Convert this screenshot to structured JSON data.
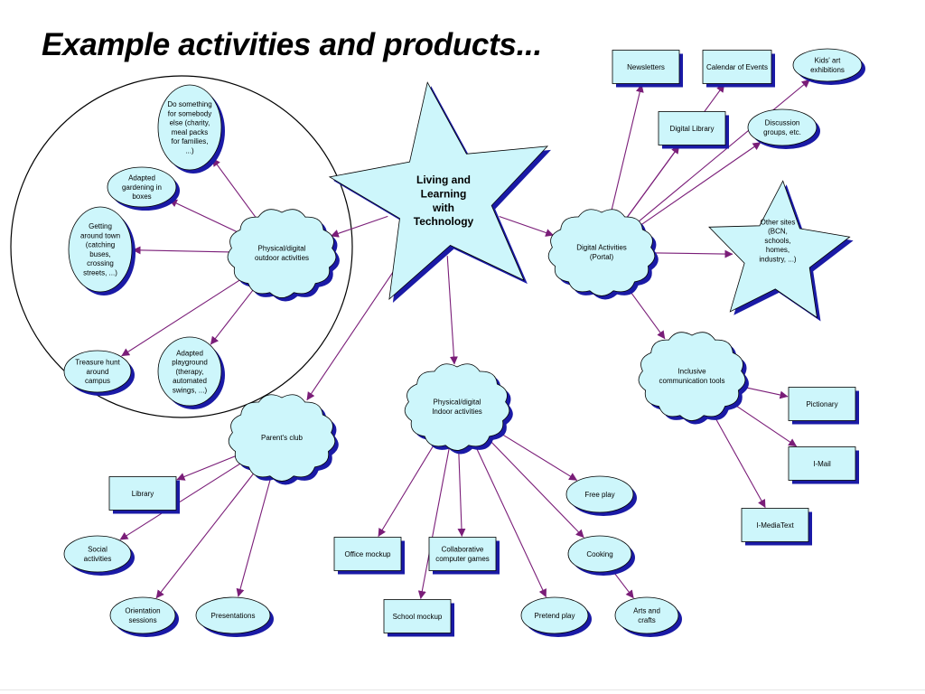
{
  "title": "Example activities and products...",
  "colors": {
    "fill": "#cdf6fb",
    "shadow": "#1a1aa6",
    "edge": "#7a1d78",
    "outline": "#000000"
  },
  "nodes": {
    "center": {
      "shape": "star",
      "lines": [
        "Living and",
        "Learning",
        "with",
        "Technology"
      ]
    },
    "physical_outdoor": {
      "shape": "cloud",
      "lines": [
        "Physical/digital",
        "outdoor activities"
      ]
    },
    "do_something": {
      "shape": "ellipse",
      "lines": [
        "Do something",
        "for somebody",
        "else (charity,",
        "meal packs",
        "for families,",
        "...)"
      ]
    },
    "adapted_gardening": {
      "shape": "ellipse",
      "lines": [
        "Adapted",
        "gardening in",
        "boxes"
      ]
    },
    "getting_around": {
      "shape": "ellipse",
      "lines": [
        "Getting",
        "around town",
        "(catching",
        "buses,",
        "crossing",
        "streets, ...)"
      ]
    },
    "treasure_hunt": {
      "shape": "ellipse",
      "lines": [
        "Treasure hunt",
        "around",
        "campus"
      ]
    },
    "adapted_playground": {
      "shape": "ellipse",
      "lines": [
        "Adapted",
        "playground",
        "(therapy,",
        "automated",
        "swings, ...)"
      ]
    },
    "parents_club": {
      "shape": "cloud",
      "lines": [
        "Parent's club"
      ]
    },
    "library": {
      "shape": "rect",
      "lines": [
        "Library"
      ]
    },
    "social": {
      "shape": "ellipse",
      "lines": [
        "Social",
        "activities"
      ]
    },
    "orientation": {
      "shape": "ellipse",
      "lines": [
        "Orientation",
        "sessions"
      ]
    },
    "presentations": {
      "shape": "ellipse",
      "lines": [
        "Presentations"
      ]
    },
    "physical_indoor": {
      "shape": "cloud",
      "lines": [
        "Physical/digital",
        "Indoor activities"
      ]
    },
    "office": {
      "shape": "rect",
      "lines": [
        "Office mockup"
      ]
    },
    "collab": {
      "shape": "rect",
      "lines": [
        "Collaborative",
        "computer games"
      ]
    },
    "school": {
      "shape": "rect",
      "lines": [
        "School mockup"
      ]
    },
    "pretend": {
      "shape": "ellipse",
      "lines": [
        "Pretend play"
      ]
    },
    "free_play": {
      "shape": "ellipse",
      "lines": [
        "Free play"
      ]
    },
    "cooking": {
      "shape": "ellipse",
      "lines": [
        "Cooking"
      ]
    },
    "arts": {
      "shape": "ellipse",
      "lines": [
        "Arts and",
        "crafts"
      ]
    },
    "digital": {
      "shape": "cloud",
      "lines": [
        "Digital Activities",
        "(Portal)"
      ]
    },
    "newsletters": {
      "shape": "rect",
      "lines": [
        "Newsletters"
      ]
    },
    "calendar": {
      "shape": "rect",
      "lines": [
        "Calendar of Events"
      ]
    },
    "kids_art": {
      "shape": "ellipse",
      "lines": [
        "Kids' art",
        "exhibitions"
      ]
    },
    "digital_library": {
      "shape": "rect",
      "lines": [
        "Digital Library"
      ]
    },
    "discussion": {
      "shape": "ellipse",
      "lines": [
        "Discussion",
        "groups, etc."
      ]
    },
    "other_sites": {
      "shape": "star",
      "lines": [
        "Other sites",
        "(BCN,",
        "schools,",
        "homes,",
        "industry, ...)"
      ]
    },
    "inclusive": {
      "shape": "cloud",
      "lines": [
        "Inclusive",
        "communication tools"
      ]
    },
    "pictionary": {
      "shape": "rect",
      "lines": [
        "Pictionary"
      ]
    },
    "imail": {
      "shape": "rect",
      "lines": [
        "I-Mail"
      ]
    },
    "imediatext": {
      "shape": "rect",
      "lines": [
        "I-MediaText"
      ]
    }
  },
  "edges": [
    [
      "center",
      "physical_outdoor"
    ],
    [
      "center",
      "parents_club"
    ],
    [
      "center",
      "physical_indoor"
    ],
    [
      "center",
      "digital"
    ],
    [
      "physical_outdoor",
      "do_something"
    ],
    [
      "physical_outdoor",
      "adapted_gardening"
    ],
    [
      "physical_outdoor",
      "getting_around"
    ],
    [
      "physical_outdoor",
      "treasure_hunt"
    ],
    [
      "physical_outdoor",
      "adapted_playground"
    ],
    [
      "parents_club",
      "library"
    ],
    [
      "parents_club",
      "social"
    ],
    [
      "parents_club",
      "orientation"
    ],
    [
      "parents_club",
      "presentations"
    ],
    [
      "physical_indoor",
      "office"
    ],
    [
      "physical_indoor",
      "collab"
    ],
    [
      "physical_indoor",
      "school"
    ],
    [
      "physical_indoor",
      "pretend"
    ],
    [
      "physical_indoor",
      "free_play"
    ],
    [
      "physical_indoor",
      "cooking"
    ],
    [
      "cooking",
      "arts"
    ],
    [
      "digital",
      "newsletters"
    ],
    [
      "digital",
      "calendar"
    ],
    [
      "digital",
      "kids_art"
    ],
    [
      "digital",
      "digital_library"
    ],
    [
      "digital",
      "discussion"
    ],
    [
      "digital",
      "other_sites"
    ],
    [
      "digital",
      "inclusive"
    ],
    [
      "inclusive",
      "pictionary"
    ],
    [
      "inclusive",
      "imail"
    ],
    [
      "inclusive",
      "imediatext"
    ]
  ]
}
